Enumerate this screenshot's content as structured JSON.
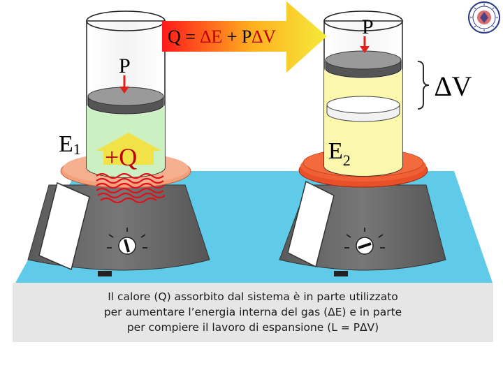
{
  "equation": {
    "q": "Q",
    "eq": " = ",
    "de": "∆E",
    "plus": " + P",
    "dv": "∆V"
  },
  "labels": {
    "p_left": "P",
    "p_right": "P",
    "e1": "E",
    "e1_sub": "1",
    "e2": "E",
    "e2_sub": "2",
    "heat": "+Q",
    "delta_v": "∆V"
  },
  "caption": {
    "line1": "Il calore (Q) assorbito dal sistema è in parte utilizzato",
    "line2": "per aumentare l’energia interna del gas (∆E) e in parte",
    "line3": "per compiere il lavoro di espansione (L = P∆V)"
  },
  "colors": {
    "table": "#5fcbe8",
    "burner_body": "#6b6b6b",
    "plate_left": "#f4a07a",
    "plate_right": "#e8502a",
    "gas_left": "#c8f0c0",
    "gas_right": "#fbf7a8",
    "flame": "#e0101a",
    "arrow": "#f5e03a",
    "arrow_hot": "#ff2020",
    "pressure_arrow": "#e0201a"
  }
}
